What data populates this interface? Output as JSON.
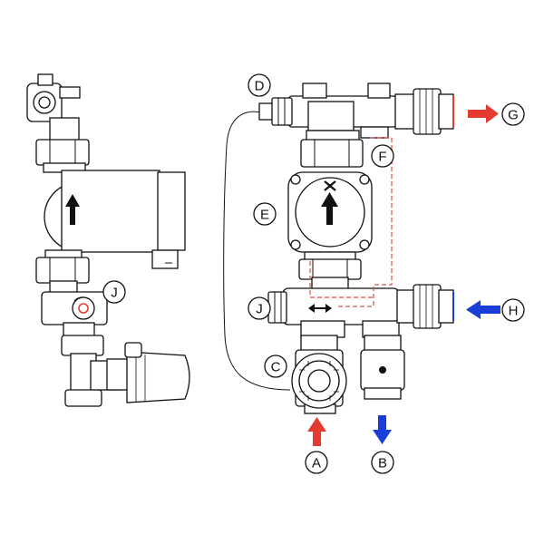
{
  "labels": {
    "A": "A",
    "B": "B",
    "C": "C",
    "D": "D",
    "E": "E",
    "F": "F",
    "G": "G",
    "H": "H",
    "J_main": "J",
    "J_side": "J"
  },
  "colors": {
    "supply_arrow": "#e53a2f",
    "return_arrow": "#1a3fd8",
    "bypass_dash": "#e0504a",
    "line": "#111111"
  },
  "icons": {
    "pump_flow": "arrow-up-icon",
    "valve_flow": "arrow-bidirectional-icon",
    "pump_symbol": "fan-icon"
  }
}
